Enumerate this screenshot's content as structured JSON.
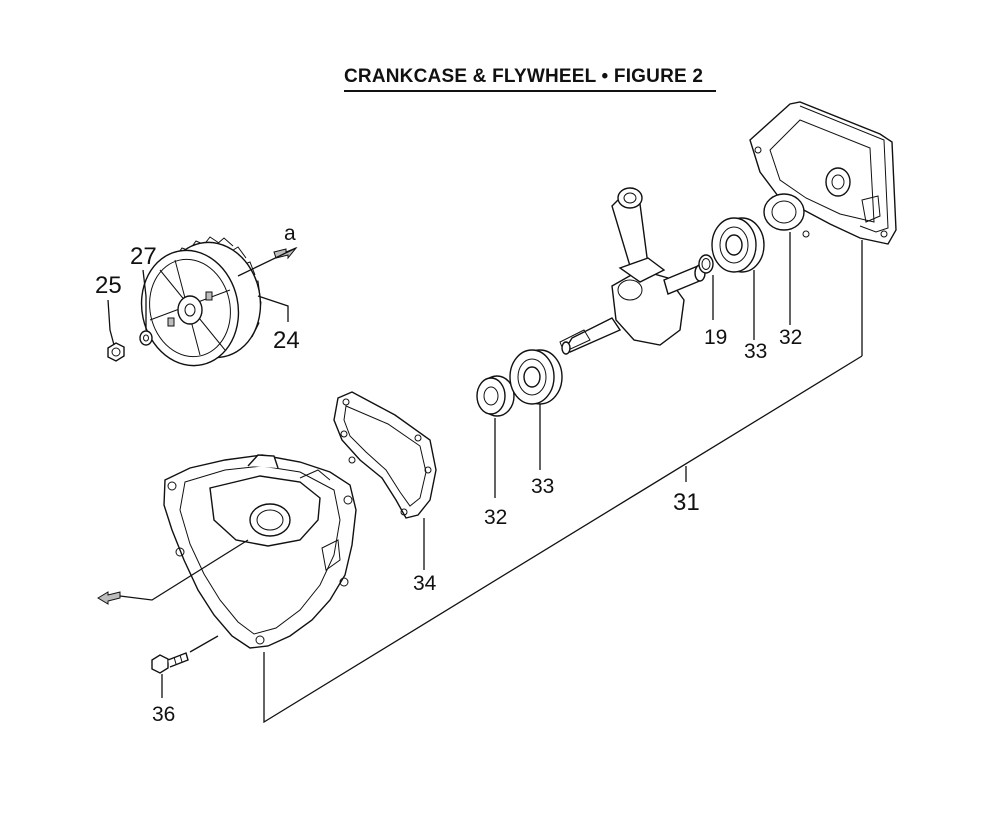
{
  "title": "CRANKCASE & FLYWHEEL  •  FIGURE 2",
  "view_marker": "a",
  "callouts": {
    "c24": "24",
    "c25": "25",
    "c27": "27",
    "c19": "19",
    "c33_right": "33",
    "c32_right": "32",
    "c31": "31",
    "c32_left": "32",
    "c33_left": "33",
    "c34": "34",
    "c36": "36"
  }
}
